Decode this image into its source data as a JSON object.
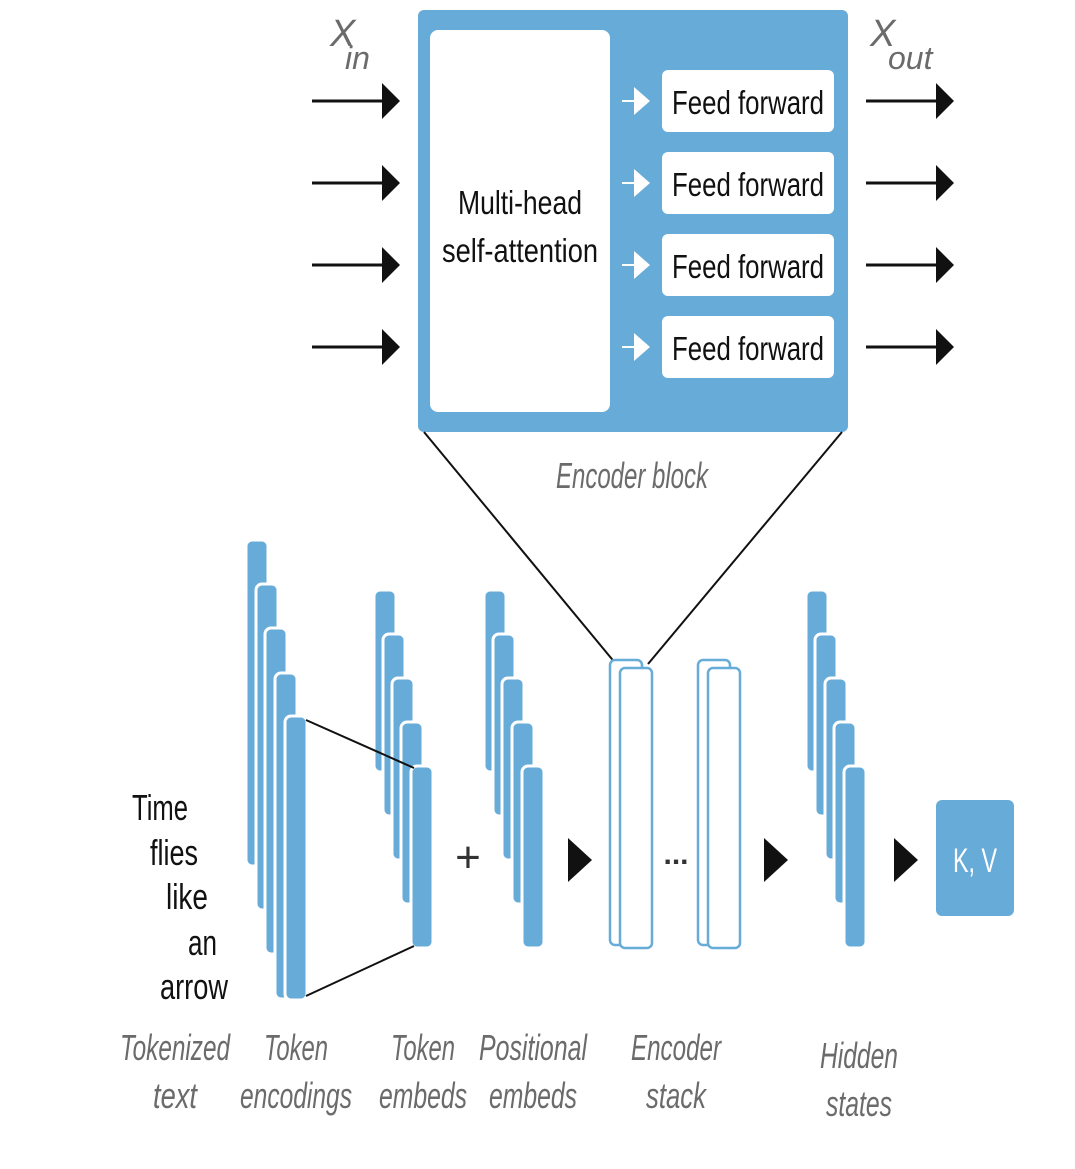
{
  "colors": {
    "accent": "#67abd9",
    "line": "#111111",
    "caption": "#6b6b6b"
  },
  "encoder_block": {
    "x_in": "X",
    "x_in_sub": "in",
    "x_out": "X",
    "x_out_sub": "out",
    "attention_line1": "Multi-head",
    "attention_line2": "self-attention",
    "feed_forward": [
      "Feed forward",
      "Feed forward",
      "Feed forward",
      "Feed forward"
    ],
    "caption": "Encoder block"
  },
  "pipeline": {
    "tokens": [
      "Time",
      "flies",
      "like",
      "an",
      "arrow"
    ],
    "plus": "+",
    "ellipsis": "...",
    "output": "K, V",
    "captions": {
      "tokenized_1": "Tokenized",
      "tokenized_2": "text",
      "token_enc_1": "Token",
      "token_enc_2": "encodings",
      "token_emb_1": "Token",
      "token_emb_2": "embeds",
      "pos_emb_1": "Positional",
      "pos_emb_2": "embeds",
      "encoder_stack_1": "Encoder",
      "encoder_stack_2": "stack",
      "hidden_1": "Hidden",
      "hidden_2": "states"
    }
  }
}
